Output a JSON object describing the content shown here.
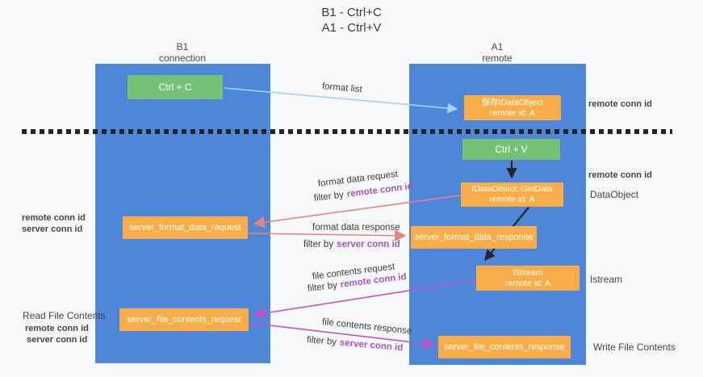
{
  "title": {
    "line1": "B1 - Ctrl+C",
    "line2": "A1 - Ctrl+V"
  },
  "columns": {
    "left": {
      "name": "B1",
      "role": "connection"
    },
    "right": {
      "name": "A1",
      "role": "remote"
    }
  },
  "nodes": {
    "ctrl_c": {
      "label": "Ctrl + C"
    },
    "ctrl_v": {
      "label": "Ctrl + V"
    },
    "save_idataobject": {
      "line1": "保存IDataObject",
      "line2": "remote id: A"
    },
    "idataobject_getdata": {
      "line1": "IDataObject::GetData",
      "line2": "remote id: A"
    },
    "istream": {
      "line1": "IStream",
      "line2": "remote id: A"
    },
    "server_format_data_request": {
      "label": "server_format_data_request"
    },
    "server_format_data_response": {
      "label": "server_format_data_response"
    },
    "server_file_contents_request": {
      "label": "server_file_contents_request"
    },
    "server_file_contents_response": {
      "label": "server_file_contents_response"
    }
  },
  "labels": {
    "format_list": "format list",
    "format_data_request": "format data request",
    "format_data_response": "format data response",
    "file_contents_request": "file contents request",
    "file_contents_response": "file contents response",
    "filter_by": "filter by",
    "remote_conn_id": "remote conn id",
    "server_conn_id": "server conn id",
    "dataobject": "DataObject",
    "istream": "Istream",
    "read_file_contents": "Read File Contents",
    "write_file_contents": "Write File Contents"
  },
  "colors": {
    "lifeline-blue": "#4e86d8",
    "node-green": "#74c276",
    "node-orange": "#f9ad49",
    "arrow-lightblue": "#a6d3f2",
    "arrow-salmon": "#e8837f",
    "arrow-magenta": "#c44fc8",
    "arrow-black": "#242424",
    "text-purple": "#a653c1",
    "text-green": "#57b75e",
    "text-dark": "#3c3c3c",
    "bg": "#f7f8f9"
  }
}
